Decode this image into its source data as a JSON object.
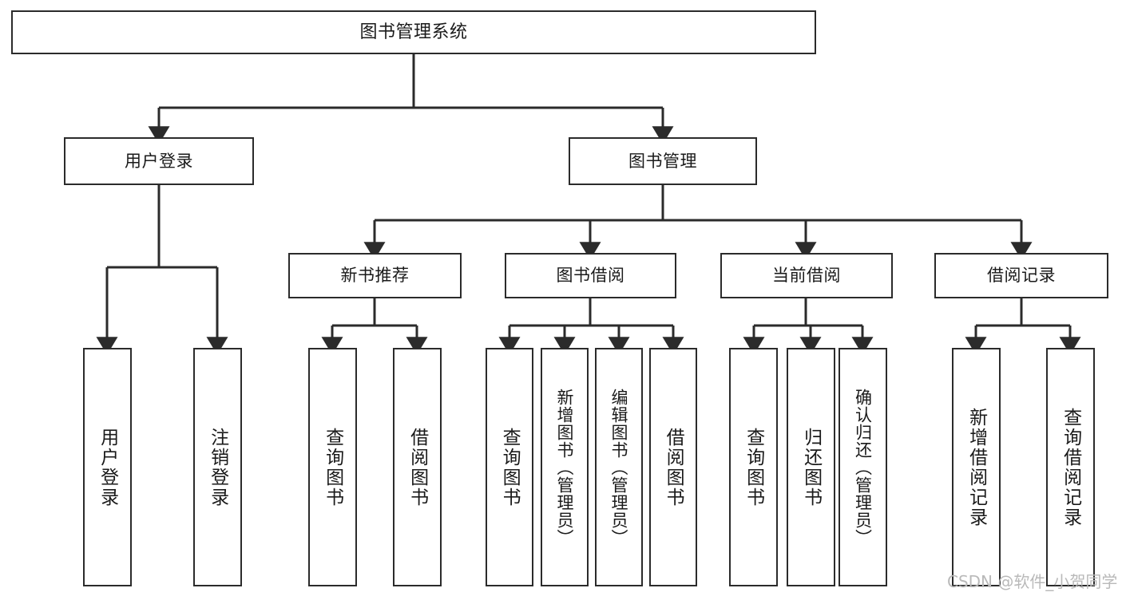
{
  "diagram": {
    "title": "图书管理系统",
    "type": "tree-hierarchy-functional-structure",
    "watermark": "CSDN @软件_小贺同学",
    "colors": {
      "box_border": "#2b2b2b",
      "box_fill": "#ffffff",
      "connector": "#2b2b2b",
      "text": "#1a1a1a",
      "watermark": "#b9b9b9",
      "background": "#ffffff"
    },
    "nodes": {
      "root": {
        "label": "图书管理系统"
      },
      "level1": [
        {
          "id": "user-login",
          "label": "用户登录"
        },
        {
          "id": "book-manage",
          "label": "图书管理"
        }
      ],
      "level2": [
        {
          "id": "new-book-recommend",
          "label": "新书推荐"
        },
        {
          "id": "book-borrow",
          "label": "图书借阅"
        },
        {
          "id": "current-borrow",
          "label": "当前借阅"
        },
        {
          "id": "borrow-record",
          "label": "借阅记录"
        }
      ],
      "leaves": {
        "user-login": [
          {
            "id": "leaf-user-login",
            "label": "用户登录"
          },
          {
            "id": "leaf-logout-login",
            "label": "注销登录"
          }
        ],
        "new-book-recommend": [
          {
            "id": "leaf-query-book-1",
            "label": "查询图书"
          },
          {
            "id": "leaf-borrow-book-1",
            "label": "借阅图书"
          }
        ],
        "book-borrow": [
          {
            "id": "leaf-query-book-2",
            "label": "查询图书"
          },
          {
            "id": "leaf-add-book",
            "label": "新增图书（管理员）"
          },
          {
            "id": "leaf-edit-book",
            "label": "编辑图书（管理员）"
          },
          {
            "id": "leaf-borrow-book-2",
            "label": "借阅图书"
          }
        ],
        "current-borrow": [
          {
            "id": "leaf-query-book-3",
            "label": "查询图书"
          },
          {
            "id": "leaf-return-book",
            "label": "归还图书"
          },
          {
            "id": "leaf-confirm-return",
            "label": "确认归还（管理员）"
          }
        ],
        "borrow-record": [
          {
            "id": "leaf-add-record",
            "label": "新增借阅记录"
          },
          {
            "id": "leaf-query-record",
            "label": "查询借阅记录"
          }
        ]
      }
    }
  }
}
